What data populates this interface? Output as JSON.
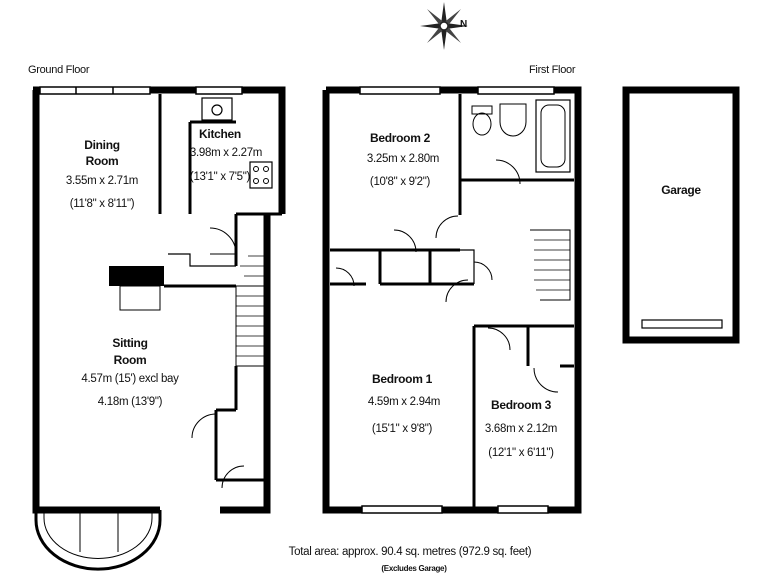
{
  "labels": {
    "ground_floor": "Ground Floor",
    "first_floor": "First Floor",
    "compass": "N"
  },
  "rooms": {
    "dining": {
      "name_line1": "Dining",
      "name_line2": "Room",
      "metric": "3.55m x 2.71m",
      "imperial": "(11'8\" x 8'11\")"
    },
    "kitchen": {
      "name": "Kitchen",
      "metric": "3.98m x 2.27m",
      "imperial": "(13'1\" x 7'5\")"
    },
    "sitting": {
      "name_line1": "Sitting",
      "name_line2": "Room",
      "metric": "4.57m (15') excl bay",
      "imperial": "4.18m (13'9\")"
    },
    "bedroom2": {
      "name": "Bedroom 2",
      "metric": "3.25m x 2.80m",
      "imperial": "(10'8\" x 9'2\")"
    },
    "bedroom1": {
      "name": "Bedroom 1",
      "metric": "4.59m x 2.94m",
      "imperial": "(15'1\" x 9'8\")"
    },
    "bedroom3": {
      "name": "Bedroom 3",
      "metric": "3.68m x 2.12m",
      "imperial": "(12'1\" x 6'11\")"
    },
    "garage": {
      "name": "Garage"
    }
  },
  "footer": {
    "total": "Total area: approx. 90.4 sq. metres (972.9 sq. feet)",
    "excludes": "(Excludes Garage)"
  }
}
